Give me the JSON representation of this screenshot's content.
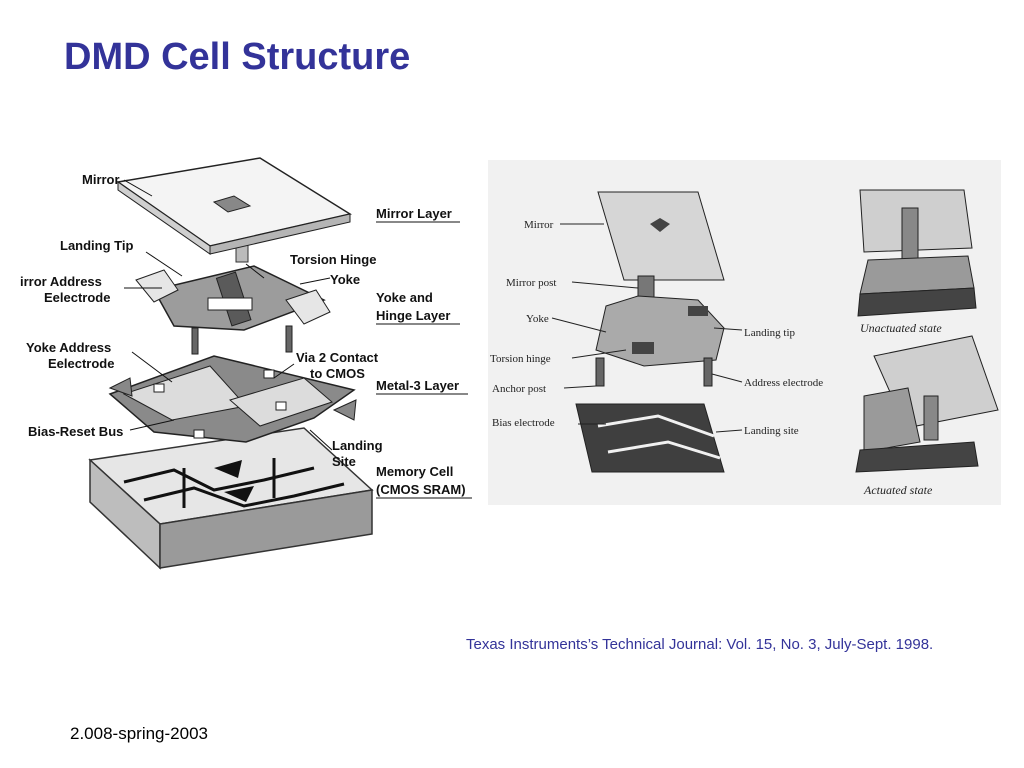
{
  "slide": {
    "title": "DMD Cell Structure",
    "citation": "Texas Instruments’s Technical Journal: Vol. 15, No. 3, July-Sept. 1998.",
    "footer": "2.008-spring-2003"
  },
  "left_diagram": {
    "labels": {
      "mirror": "Mirror",
      "mirror_layer": "Mirror Layer",
      "landing_tip": "Landing Tip",
      "torsion_hinge": "Torsion Hinge",
      "mirror_address_1": "irror Address",
      "mirror_address_2": "Eelectrode",
      "yoke": "Yoke",
      "yoke_hinge_1": "Yoke and",
      "yoke_hinge_2": "Hinge Layer",
      "yoke_address_1": "Yoke Address",
      "yoke_address_2": "Eelectrode",
      "via_1": "Via 2 Contact",
      "via_2": "to CMOS",
      "metal3": "Metal-3 Layer",
      "bias_reset": "Bias-Reset Bus",
      "landing_site_1": "Landing",
      "landing_site_2": "Site",
      "memory_1": "Memory Cell",
      "memory_2": "(CMOS SRAM)"
    }
  },
  "right_diagram": {
    "labels": {
      "mirror": "Mirror",
      "mirror_post": "Mirror post",
      "yoke": "Yoke",
      "torsion_hinge": "Torsion hinge",
      "anchor_post": "Anchor post",
      "bias_electrode": "Bias electrode",
      "landing_tip": "Landing tip",
      "address_electrode": "Address electrode",
      "landing_site": "Landing site",
      "unactuated": "Unactuated state",
      "actuated": "Actuated state"
    }
  },
  "colors": {
    "title": "#333399",
    "citation": "#333399"
  }
}
